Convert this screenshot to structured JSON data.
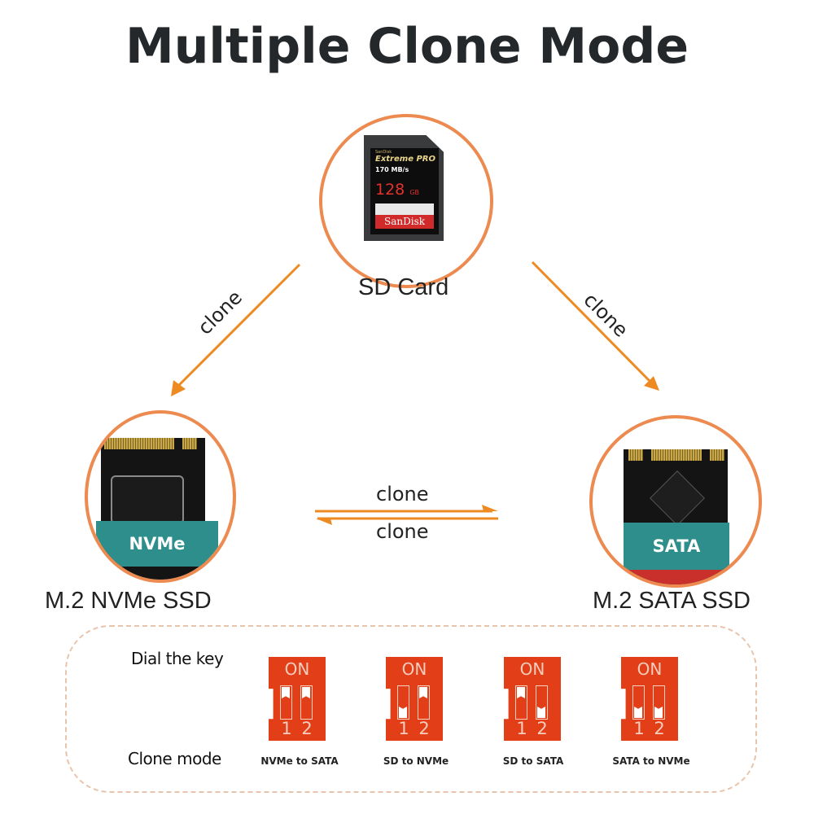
{
  "title": "Multiple Clone Mode",
  "colors": {
    "accent": "#ec8a4f",
    "arrow": "#ee8a22",
    "switch": "#e23f18",
    "band": "#2e8e8b"
  },
  "nodes": {
    "sd": {
      "label": "SD Card",
      "card": {
        "brand_small": "SanDisk",
        "line": "Extreme PRO",
        "speed": "170 MB/s",
        "capacity": "128",
        "unit": "GB",
        "brand": "SanDisk"
      }
    },
    "nvme": {
      "label": "M.2 NVMe SSD",
      "band": "NVMe"
    },
    "sata": {
      "label": "M.2 SATA SSD",
      "band": "SATA"
    }
  },
  "arrows": [
    {
      "from": "sd",
      "to": "nvme",
      "label": "clone"
    },
    {
      "from": "sd",
      "to": "sata",
      "label": "clone"
    },
    {
      "from": "nvme",
      "to": "sata",
      "label": "clone"
    },
    {
      "from": "sata",
      "to": "nvme",
      "label": "clone"
    }
  ],
  "panel": {
    "row1_label": "Dial the key",
    "row2_label": "Clone mode",
    "switches": [
      {
        "on_label": "ON",
        "num1": "1",
        "num2": "2",
        "switch1": "on",
        "switch2": "on",
        "mode": "NVMe to SATA"
      },
      {
        "on_label": "ON",
        "num1": "1",
        "num2": "2",
        "switch1": "off",
        "switch2": "on",
        "mode": "SD to NVMe"
      },
      {
        "on_label": "ON",
        "num1": "1",
        "num2": "2",
        "switch1": "on",
        "switch2": "off",
        "mode": "SD to SATA"
      },
      {
        "on_label": "ON",
        "num1": "1",
        "num2": "2",
        "switch1": "off",
        "switch2": "off",
        "mode": "SATA to NVMe"
      }
    ]
  }
}
